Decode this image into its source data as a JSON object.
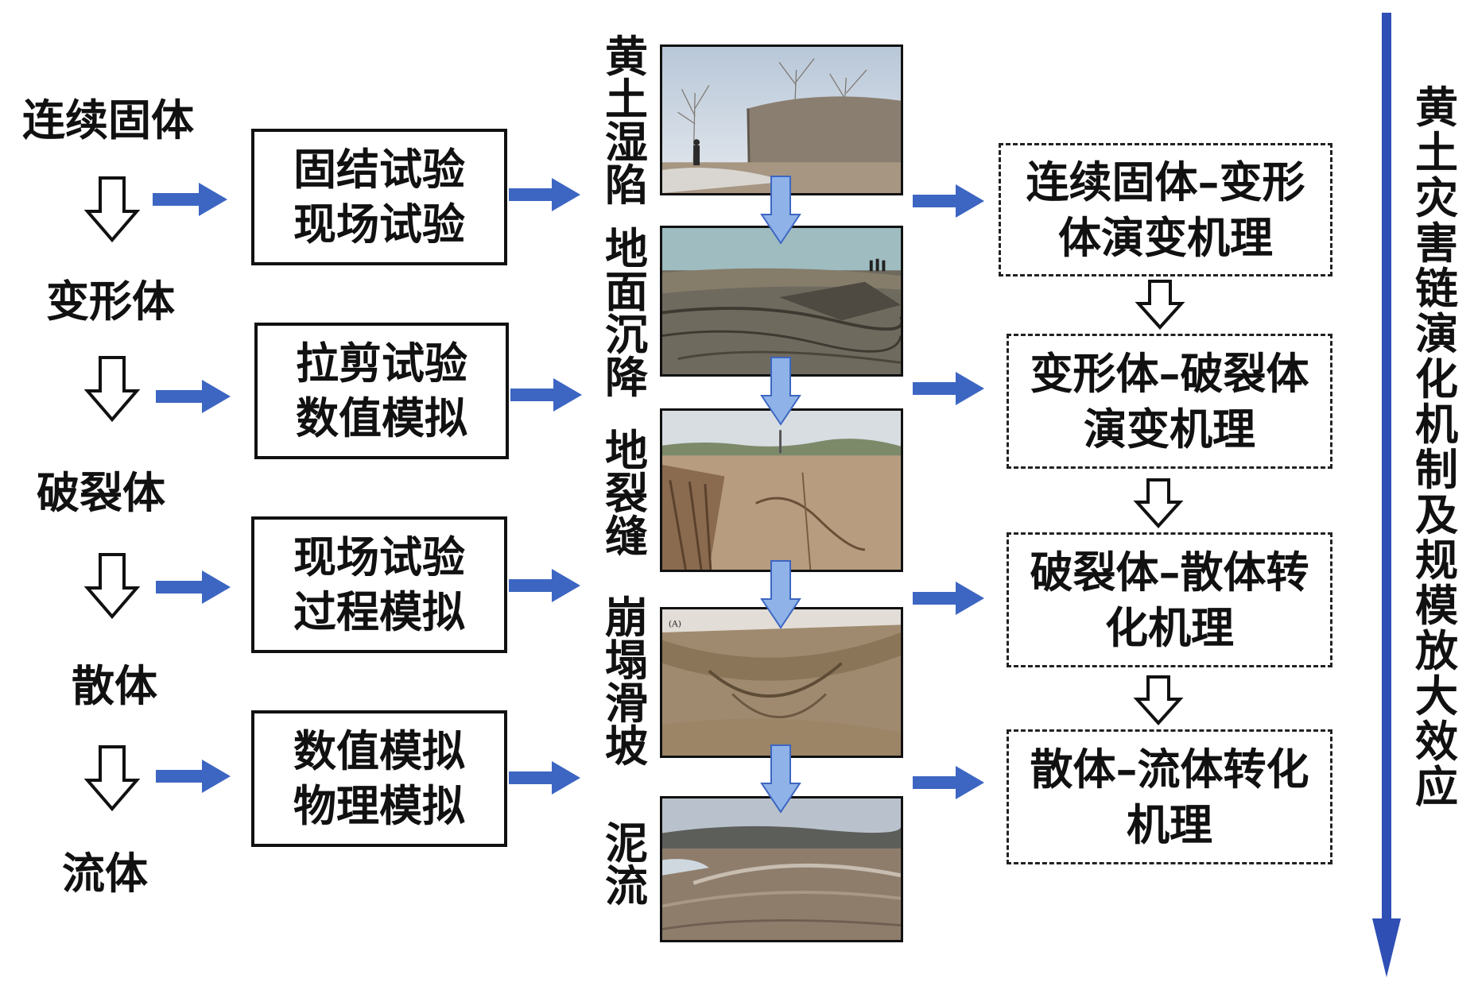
{
  "stages": [
    "连续固体",
    "变形体",
    "破裂体",
    "散体",
    "流体"
  ],
  "methods": [
    [
      "固结试验",
      "现场试验"
    ],
    [
      "拉剪试验",
      "数值模拟"
    ],
    [
      "现场试验",
      "过程模拟"
    ],
    [
      "数值模拟",
      "物理模拟"
    ]
  ],
  "hazards": [
    [
      "黄",
      "土",
      "湿",
      "陷"
    ],
    [
      "地",
      "面",
      "沉",
      "降"
    ],
    [
      "地",
      "裂",
      "缝"
    ],
    [
      "崩",
      "塌",
      "滑",
      "坡"
    ],
    [
      "泥",
      "流"
    ]
  ],
  "mechanisms": [
    [
      "连续固体–变形",
      "体演变机理"
    ],
    [
      "变形体–破裂体",
      "演变机理"
    ],
    [
      "破裂体–散体转",
      "化机理"
    ],
    [
      "散体–流体转化",
      "机理"
    ]
  ],
  "photo_annotation": "(A)",
  "title_chars": [
    "黄",
    "土",
    "灾",
    "害",
    "链",
    "演",
    "化",
    "机",
    "制",
    "及",
    "规",
    "模",
    "放",
    "大",
    "效",
    "应"
  ],
  "colors": {
    "arrow_blue": "#3d66c2",
    "arrow_light": "#8fb3e8",
    "axis_blue": "#2f4fb5"
  },
  "icons": {
    "stage_arrow": "hollow-down-arrow-icon",
    "flow_arrow": "blue-right-arrow-icon",
    "photo_arrow": "light-blue-down-arrow-icon",
    "axis_arrow": "long-down-arrow-icon"
  }
}
